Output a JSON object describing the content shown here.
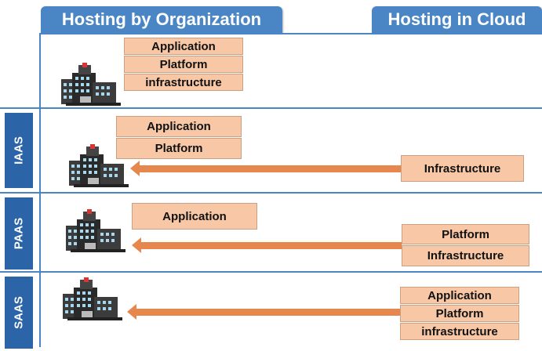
{
  "headers": {
    "organization": "Hosting by Organization",
    "cloud": "Hosting in Cloud"
  },
  "rows": {
    "on_premise": {
      "boxes": [
        "Application",
        "Platform",
        "infrastructure"
      ]
    },
    "iaas": {
      "label": "IAAS",
      "org_boxes": [
        "Application",
        "Platform"
      ],
      "cloud_boxes": [
        "Infrastructure"
      ]
    },
    "paas": {
      "label": "PAAS",
      "org_boxes": [
        "Application"
      ],
      "cloud_boxes": [
        "Platform",
        "Infrastructure"
      ]
    },
    "saas": {
      "label": "SAAS",
      "org_boxes": [],
      "cloud_boxes": [
        "Application",
        "Platform",
        "infrastructure"
      ]
    }
  },
  "icons": {
    "building": "office-building-icon",
    "arrow": "left-arrow-icon"
  },
  "colors": {
    "header": "#4a86c5",
    "tab": "#2c64a8",
    "box": "#f8c8a6",
    "arrow": "#e6874e"
  }
}
